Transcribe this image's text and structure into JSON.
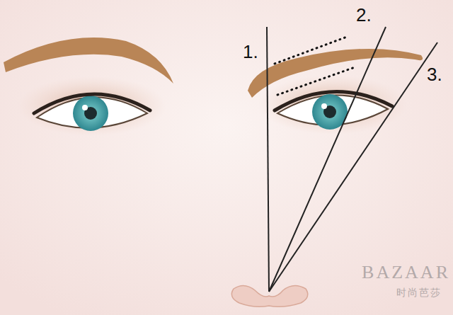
{
  "diagram": {
    "labels": [
      "1.",
      "2.",
      "3.",
      "BAZAAR",
      "时尚芭莎"
    ]
  }
}
